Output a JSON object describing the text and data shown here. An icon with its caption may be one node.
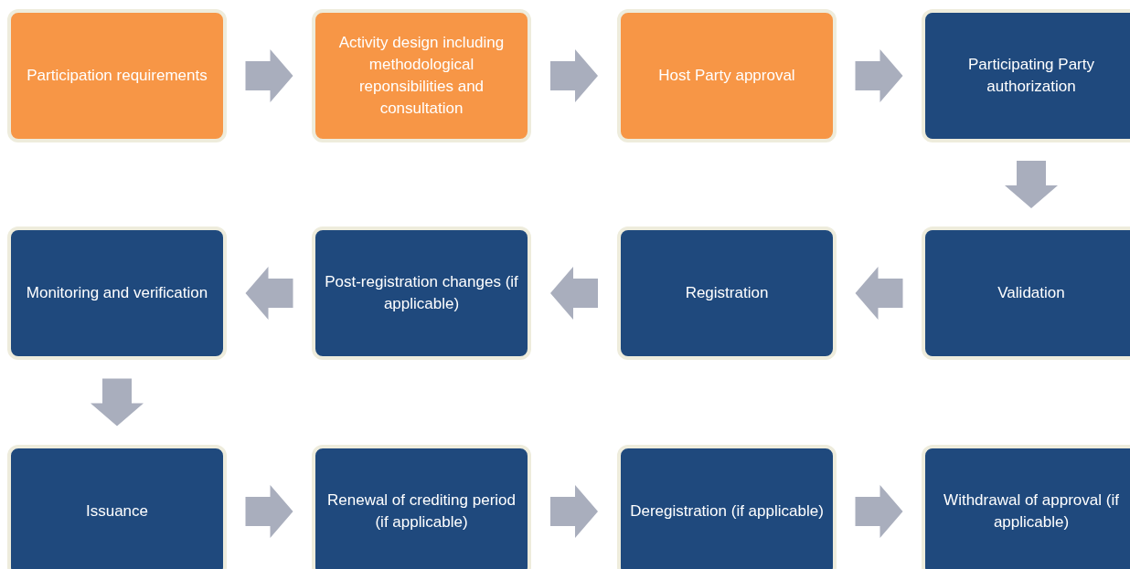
{
  "diagram": {
    "nodes": [
      {
        "text": [
          "Participation requirements"
        ]
      },
      {
        "text": [
          "Activity design including methodological reponsibilities and consultation"
        ]
      },
      {
        "text": [
          "Host Party approval"
        ]
      },
      {
        "text": [
          "Participating Party authorization"
        ]
      },
      {
        "text": [
          "Monitoring and verification"
        ]
      },
      {
        "text": [
          "Post-registration changes (if applicable)"
        ]
      },
      {
        "text": [
          "Registration"
        ]
      },
      {
        "text": [
          "Validation"
        ]
      },
      {
        "text": [
          "Issuance"
        ]
      },
      {
        "text": [
          "Renewal of crediting period (if applicable)"
        ]
      },
      {
        "text": [
          "Deregistration (if applicable)"
        ]
      },
      {
        "text": [
          "Withdrawal of approval (if applicable)"
        ]
      }
    ],
    "edges": [
      {
        "from": 0,
        "to": 1,
        "arrow": "to"
      },
      {
        "from": 1,
        "to": 2,
        "arrow": "to"
      },
      {
        "from": 2,
        "to": 3,
        "arrow": "to"
      },
      {
        "from": 3,
        "to": 7,
        "arrow": "to"
      },
      {
        "from": 7,
        "to": 6,
        "arrow": "to"
      },
      {
        "from": 6,
        "to": 5,
        "arrow": "to"
      },
      {
        "from": 5,
        "to": 4,
        "arrow": "to"
      },
      {
        "from": 4,
        "to": 8,
        "arrow": "to"
      },
      {
        "from": 8,
        "to": 9,
        "arrow": "to"
      },
      {
        "from": 9,
        "to": 10,
        "arrow": "to"
      },
      {
        "from": 10,
        "to": 11,
        "arrow": "to"
      }
    ]
  }
}
